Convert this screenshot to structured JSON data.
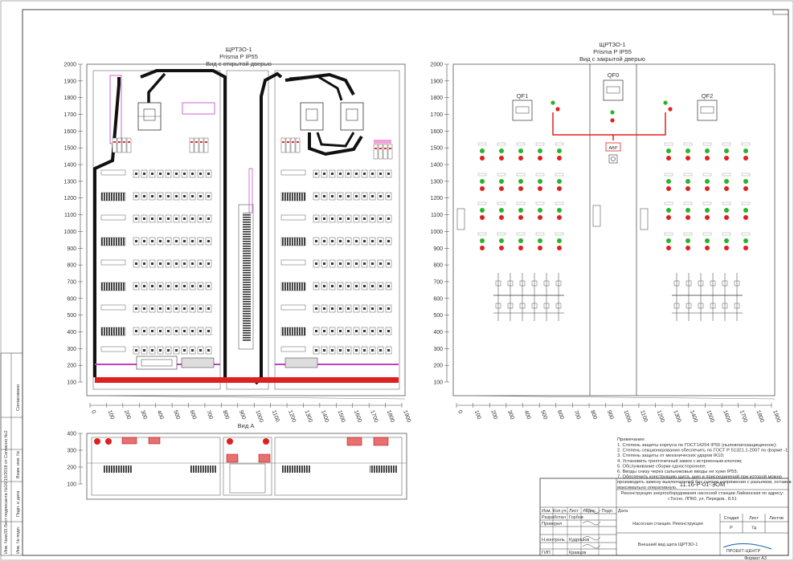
{
  "left_view": {
    "title": "ЩРТЗО-1",
    "subtitle": "Prisma P IP55",
    "caption": "Вид с открытой дверью",
    "y_ticks": [
      "2000",
      "1900",
      "1800",
      "1700",
      "1600",
      "1500",
      "1400",
      "1300",
      "1200",
      "1100",
      "1000",
      "900",
      "800",
      "700",
      "600",
      "500",
      "400",
      "300",
      "200",
      "100"
    ],
    "x_ticks": [
      "0",
      "100",
      "200",
      "300",
      "400",
      "500",
      "600",
      "700",
      "800",
      "900",
      "1000",
      "1100",
      "1200",
      "1300",
      "1400",
      "1500",
      "1600",
      "1700",
      "1800",
      "1900"
    ]
  },
  "right_view": {
    "title": "ЩРТЗО-1",
    "subtitle": "Prisma P IP55",
    "caption": "Вид с закрытой дверью",
    "y_ticks": [
      "2000",
      "1900",
      "1800",
      "1700",
      "1600",
      "1500",
      "1400",
      "1300",
      "1200",
      "1100",
      "1000",
      "900",
      "800",
      "700",
      "600",
      "500",
      "400",
      "300",
      "200",
      "100"
    ],
    "x_ticks": [
      "0",
      "100",
      "200",
      "300",
      "400",
      "500",
      "600",
      "700",
      "800",
      "900",
      "1000",
      "1100",
      "1200",
      "1300",
      "1400",
      "1500",
      "1600",
      "1700",
      "1800",
      "1900"
    ],
    "breakers": {
      "qf1": "QF1",
      "qf0": "QF0",
      "qf2": "QF2",
      "avr": "АВР"
    }
  },
  "view_a": {
    "caption": "Вид А",
    "y_ticks": [
      "400",
      "300",
      "200",
      "100"
    ]
  },
  "notes": {
    "heading": "Примечание:",
    "items": [
      "1. Степень защиты корпуса по ГОСТ14254 IP55 (пылевлагозащищенное);",
      "2. Степень секционирования обеспечить по ГОСТ Р 51321.1-2007 по форме -1;",
      "3. Степень защиты от механических ударов IK10;",
      "4. Установить трехточечный замок с встроенным ключом;",
      "5. Обслуживание сборки одностороннее;",
      "6. Вводы снизу через сальниковые вводы не хуже IP55;",
      "7. Обеспечить конструкцию щита, шин и присоединений при которой можно",
      "производить замену выключателей без снятия напряжения с разъемов, оставив",
      "максимально оперативную."
    ]
  },
  "title_block": {
    "code": "11.16-Р-01-ЭОМ",
    "project": "Реконструкция энергооборудования насосной станции Лайкинская по адресу: г.Тосно, ЛПК0, ул. Передов., 8.51",
    "object": "Насосная станция. Реконструкция",
    "sheet_title": "Внешний вид щита ЩРТЗО-1",
    "company": "ПРОЕКТ-ЦЕНТР",
    "stage_label": "Стадия",
    "sheet_label": "Лист",
    "sheets_label": "Листов",
    "stage": "Р",
    "sheet_no": "7д",
    "col_headers": [
      "Изм.",
      "Кол.уч.",
      "Лист",
      "№док.",
      "Подп.",
      "Дата"
    ],
    "roles": [
      "Разработал",
      "Проверил",
      "",
      "Н.контроль",
      "ГИП"
    ],
    "names": [
      "Горбов",
      "",
      "",
      "Кудряшов",
      "Кравцов"
    ],
    "format": "Формат А3"
  },
  "side_strip": [
    "Согласовано",
    "Взам. инв. №",
    "Подп. и дата",
    "Инв. № подл."
  ],
  "side_note": "Инв. №ао33 Лист подписанта №16/15/2018 от Согласно №2"
}
